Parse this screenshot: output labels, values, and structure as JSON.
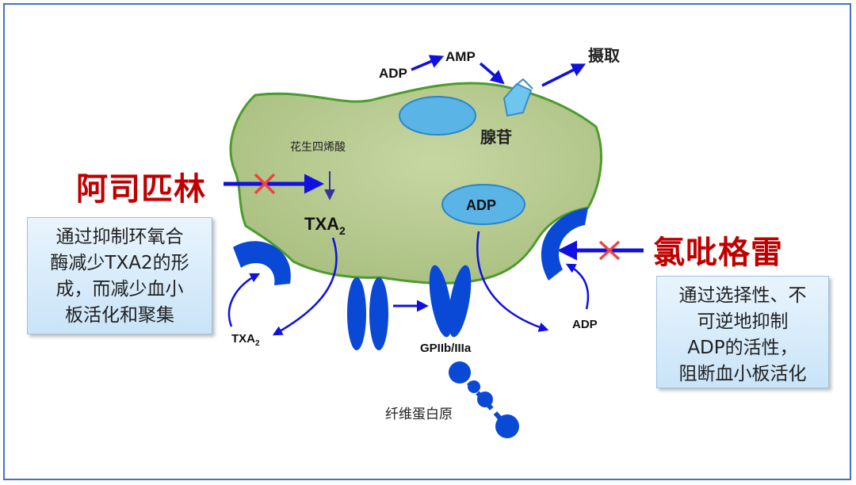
{
  "labels": {
    "adp_top": "ADP",
    "amp": "AMP",
    "uptake": "摄取",
    "adenosine": "腺苷",
    "arachidonic_acid": "花生四烯酸",
    "txa2_main": "TXA",
    "txa2_main_sub": "2",
    "adp_inner": "ADP",
    "txa2_small": "TXA",
    "txa2_small_sub": "2",
    "gp": "GPIIb/IIIa",
    "adp_right": "ADP",
    "fibrinogen": "纤维蛋白原"
  },
  "drugs": {
    "aspirin": "阿司匹林",
    "clopidogrel": "氯吡格雷"
  },
  "notes": {
    "aspirin_lines": [
      "通过抑制环氧合",
      "酶减少TXA2的形",
      "成，而减少血小",
      "板活化和聚集"
    ],
    "clopidogrel_lines": [
      "通过选择性、不",
      "可逆地抑制",
      "ADP的活性，",
      "阻断血小板活化"
    ]
  },
  "colors": {
    "frame": "#4472c4",
    "cell_fill": "#b9cc92",
    "cell_border": "#4d9b2d",
    "arrow": "#1010e0",
    "receptor": "#0a49d6",
    "vesicle": "#5ab4e6",
    "drug_text": "#c00000",
    "block_x": "#ee4444"
  }
}
